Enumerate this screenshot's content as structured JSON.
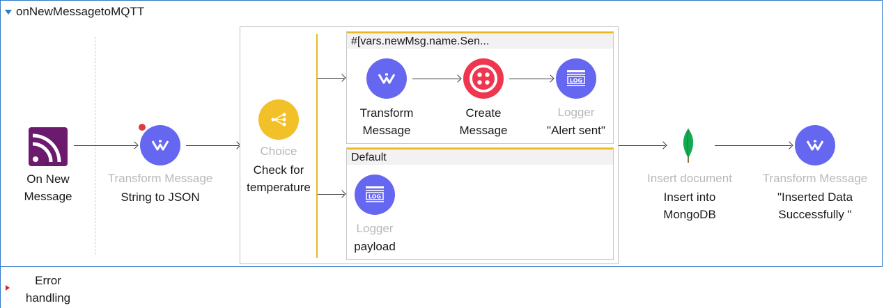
{
  "flow": {
    "title": "onNewMessagetoMQTT",
    "source": {
      "label_line1": "On New",
      "label_line2": "Message",
      "icon": "rss-listener-icon"
    },
    "transform1": {
      "type_label": "Transform Message",
      "name": "String to JSON",
      "icon": "dataweave-icon",
      "breakpoint": true
    },
    "choice": {
      "type_label": "Choice",
      "name_line1": "Check for",
      "name_line2": "temperature",
      "icon": "choice-branch-icon"
    },
    "route1": {
      "header": "#[vars.newMsg.name.Sen...",
      "transform": {
        "name_line1": "Transform",
        "name_line2": "Message",
        "icon": "dataweave-icon"
      },
      "create": {
        "name_line1": "Create",
        "name_line2": "Message",
        "icon": "twilio-icon"
      },
      "logger": {
        "type_label": "Logger",
        "name": "\"Alert sent\"",
        "icon": "log-icon"
      }
    },
    "route_default": {
      "header": "Default",
      "logger": {
        "type_label": "Logger",
        "name": "payload",
        "icon": "log-icon"
      }
    },
    "insert": {
      "type_label": "Insert document",
      "name_line1": "Insert into",
      "name_line2": "MongoDB",
      "icon": "mongodb-leaf-icon"
    },
    "transform2": {
      "type_label": "Transform Message",
      "name_line1": "\"Inserted Data",
      "name_line2": "Successfully \"",
      "icon": "dataweave-icon"
    }
  },
  "error_handling": {
    "line1": "Error",
    "line2": "handling"
  },
  "colors": {
    "accent": "#6667f0",
    "choice": "#f2c029",
    "twilio": "#f0364f",
    "mongo": "#13aa52",
    "route_border": "#e8b923",
    "flow_border": "#2f78c8"
  }
}
